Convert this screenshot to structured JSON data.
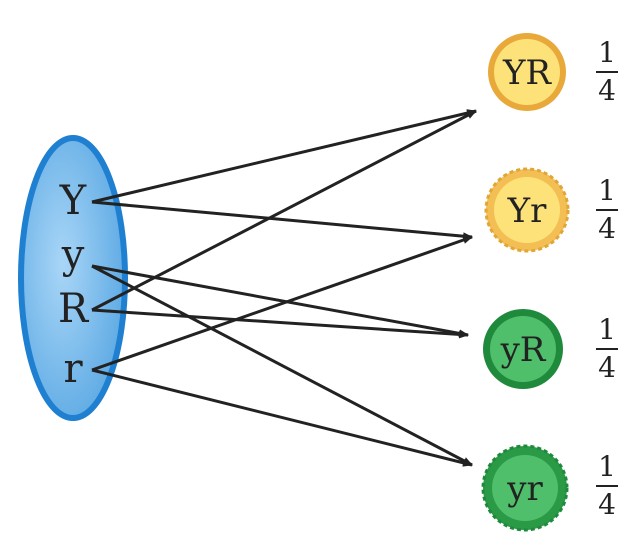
{
  "parent": {
    "alleles": [
      "Y",
      "y",
      "R",
      "r"
    ],
    "fill_color": "#6fb3e8",
    "edge_color": "#1f7fd0"
  },
  "gametes": [
    {
      "label": "YR",
      "fraction_num": "1",
      "fraction_den": "4",
      "fill": "#fde27a",
      "edge": "#e0a636",
      "texture": "smooth"
    },
    {
      "label": "Yr",
      "fraction_num": "1",
      "fraction_den": "4",
      "fill": "#fde27a",
      "edge": "#e0a636",
      "texture": "wrinkled"
    },
    {
      "label": "yR",
      "fraction_num": "1",
      "fraction_den": "4",
      "fill": "#4fbf6b",
      "edge": "#1f8a3c",
      "texture": "smooth"
    },
    {
      "label": "yr",
      "fraction_num": "1",
      "fraction_den": "4",
      "fill": "#4fbf6b",
      "edge": "#1f8a3c",
      "texture": "wrinkled"
    }
  ],
  "arrows": [
    {
      "from": "Y",
      "to": "YR"
    },
    {
      "from": "Y",
      "to": "Yr"
    },
    {
      "from": "y",
      "to": "yR"
    },
    {
      "from": "y",
      "to": "yr"
    },
    {
      "from": "R",
      "to": "YR"
    },
    {
      "from": "R",
      "to": "yR"
    },
    {
      "from": "r",
      "to": "Yr"
    },
    {
      "from": "r",
      "to": "yr"
    }
  ],
  "arrow_color": "#222222"
}
